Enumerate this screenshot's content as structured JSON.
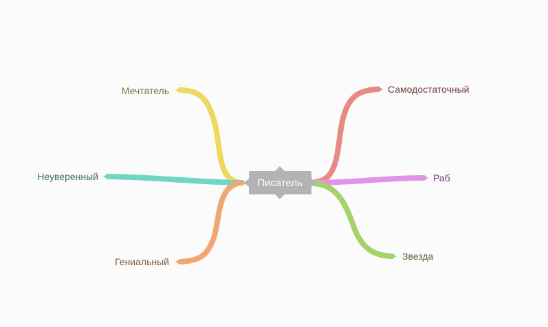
{
  "center": {
    "label": "Писатель",
    "fill": "#b3b3b3"
  },
  "branches": [
    {
      "id": "dreamer",
      "label": "Мечтатель",
      "color": "#ecd95f",
      "text_color": "#7d7240"
    },
    {
      "id": "unsure",
      "label": "Неуверенный",
      "color": "#6fd6c2",
      "text_color": "#3c6e66"
    },
    {
      "id": "genius",
      "label": "Гениальный",
      "color": "#efa872",
      "text_color": "#7b5a44"
    },
    {
      "id": "selfsuff",
      "label": "Самодостаточный",
      "color": "#e88a84",
      "text_color": "#6e3f3c"
    },
    {
      "id": "slave",
      "label": "Раб",
      "color": "#e193e8",
      "text_color": "#6e3a74"
    },
    {
      "id": "star",
      "label": "Звезда",
      "color": "#a4d36a",
      "text_color": "#4f6a34"
    }
  ]
}
